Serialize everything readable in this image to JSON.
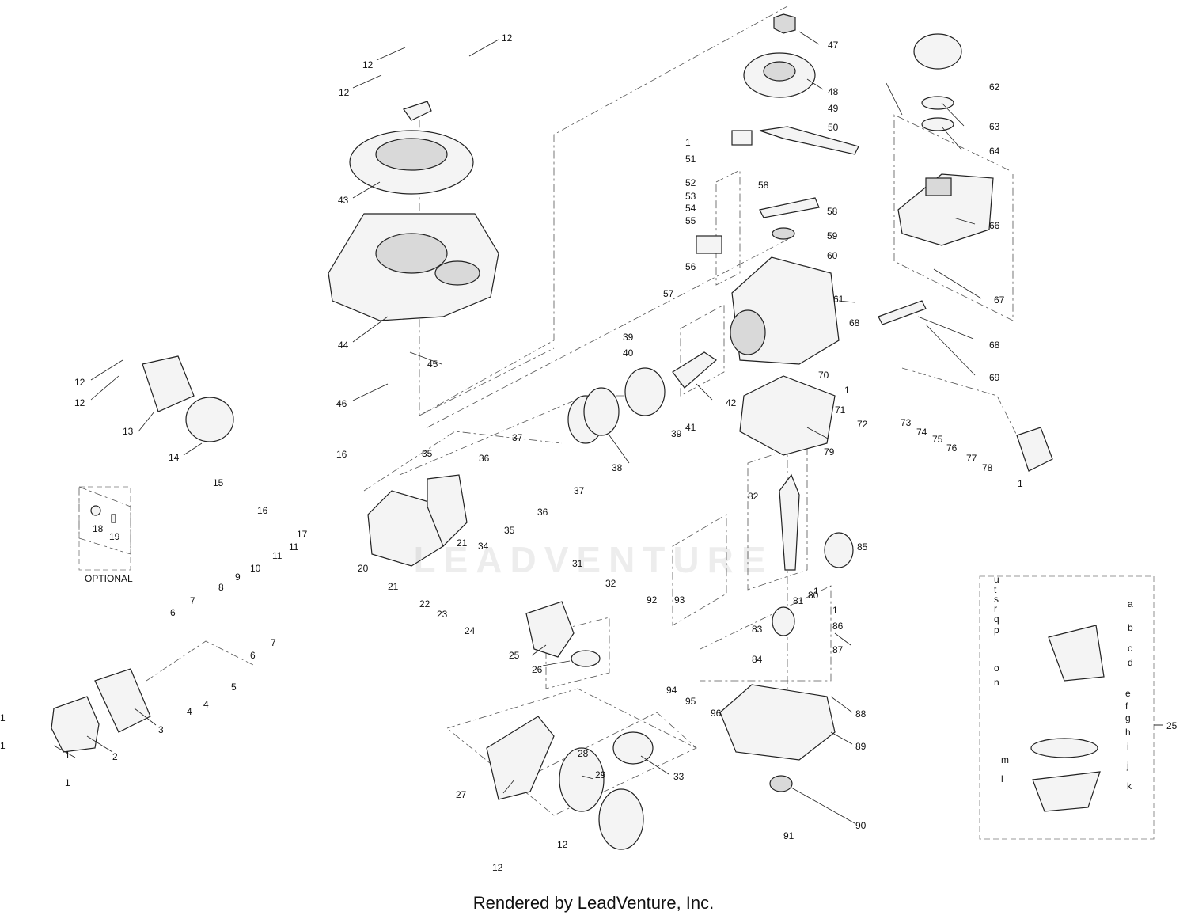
{
  "footer_text": "Rendered by LeadVenture, Inc.",
  "watermark_text": "LEADVENTURE",
  "optional_label": "OPTIONAL",
  "parts": [
    {
      "id": "p12a",
      "text": "12"
    },
    {
      "id": "p12b",
      "text": "12"
    },
    {
      "id": "p12c",
      "text": "12"
    },
    {
      "id": "p43",
      "text": "43"
    },
    {
      "id": "p44",
      "text": "44"
    },
    {
      "id": "p45",
      "text": "45"
    },
    {
      "id": "p46",
      "text": "46"
    },
    {
      "id": "p12d",
      "text": "12"
    },
    {
      "id": "p12e",
      "text": "12"
    },
    {
      "id": "p13",
      "text": "13"
    },
    {
      "id": "p14",
      "text": "14"
    },
    {
      "id": "p15",
      "text": "15"
    },
    {
      "id": "p16a",
      "text": "16"
    },
    {
      "id": "p16b",
      "text": "16"
    },
    {
      "id": "p17",
      "text": "17"
    },
    {
      "id": "p18",
      "text": "18"
    },
    {
      "id": "p19",
      "text": "19"
    },
    {
      "id": "p20",
      "text": "20"
    },
    {
      "id": "p21a",
      "text": "21"
    },
    {
      "id": "p21b",
      "text": "21"
    },
    {
      "id": "p22",
      "text": "22"
    },
    {
      "id": "p23",
      "text": "23"
    },
    {
      "id": "p24",
      "text": "24"
    },
    {
      "id": "p25",
      "text": "25"
    },
    {
      "id": "p26",
      "text": "26"
    },
    {
      "id": "p27",
      "text": "27"
    },
    {
      "id": "p28",
      "text": "28"
    },
    {
      "id": "p29",
      "text": "29"
    },
    {
      "id": "p31",
      "text": "31"
    },
    {
      "id": "p32",
      "text": "32"
    },
    {
      "id": "p33",
      "text": "33"
    },
    {
      "id": "p34",
      "text": "34"
    },
    {
      "id": "p35a",
      "text": "35"
    },
    {
      "id": "p35b",
      "text": "35"
    },
    {
      "id": "p36a",
      "text": "36"
    },
    {
      "id": "p36b",
      "text": "36"
    },
    {
      "id": "p37a",
      "text": "37"
    },
    {
      "id": "p37b",
      "text": "37"
    },
    {
      "id": "p38",
      "text": "38"
    },
    {
      "id": "p39a",
      "text": "39"
    },
    {
      "id": "p39b",
      "text": "39"
    },
    {
      "id": "p40",
      "text": "40"
    },
    {
      "id": "p41",
      "text": "41"
    },
    {
      "id": "p42",
      "text": "42"
    },
    {
      "id": "p11a",
      "text": "11"
    },
    {
      "id": "p11b",
      "text": "11"
    },
    {
      "id": "p10",
      "text": "10"
    },
    {
      "id": "p9",
      "text": "9"
    },
    {
      "id": "p8",
      "text": "8"
    },
    {
      "id": "p7a",
      "text": "7"
    },
    {
      "id": "p7b",
      "text": "7"
    },
    {
      "id": "p6a",
      "text": "6"
    },
    {
      "id": "p6b",
      "text": "6"
    },
    {
      "id": "p5",
      "text": "5"
    },
    {
      "id": "p4a",
      "text": "4"
    },
    {
      "id": "p4b",
      "text": "4"
    },
    {
      "id": "p3",
      "text": "3"
    },
    {
      "id": "p2",
      "text": "2"
    },
    {
      "id": "p1a",
      "text": "1"
    },
    {
      "id": "p1b",
      "text": "1"
    },
    {
      "id": "p1c",
      "text": "1"
    },
    {
      "id": "p1d",
      "text": "1"
    },
    {
      "id": "p1e",
      "text": "1"
    },
    {
      "id": "p12f",
      "text": "12"
    },
    {
      "id": "p12g",
      "text": "12"
    },
    {
      "id": "p47",
      "text": "47"
    },
    {
      "id": "p48",
      "text": "48"
    },
    {
      "id": "p49",
      "text": "49"
    },
    {
      "id": "p50",
      "text": "50"
    },
    {
      "id": "p1f",
      "text": "1"
    },
    {
      "id": "p51",
      "text": "51"
    },
    {
      "id": "p52",
      "text": "52"
    },
    {
      "id": "p53",
      "text": "53"
    },
    {
      "id": "p54",
      "text": "54"
    },
    {
      "id": "p55",
      "text": "55"
    },
    {
      "id": "p56",
      "text": "56"
    },
    {
      "id": "p57",
      "text": "57"
    },
    {
      "id": "p58a",
      "text": "58"
    },
    {
      "id": "p58b",
      "text": "58"
    },
    {
      "id": "p59",
      "text": "59"
    },
    {
      "id": "p60",
      "text": "60"
    },
    {
      "id": "p61",
      "text": "61"
    },
    {
      "id": "p62",
      "text": "62"
    },
    {
      "id": "p63",
      "text": "63"
    },
    {
      "id": "p64",
      "text": "64"
    },
    {
      "id": "p66",
      "text": "66"
    },
    {
      "id": "p67",
      "text": "67"
    },
    {
      "id": "p68a",
      "text": "68"
    },
    {
      "id": "p68b",
      "text": "68"
    },
    {
      "id": "p69",
      "text": "69"
    },
    {
      "id": "p70",
      "text": "70"
    },
    {
      "id": "p1g",
      "text": "1"
    },
    {
      "id": "p71",
      "text": "71"
    },
    {
      "id": "p72",
      "text": "72"
    },
    {
      "id": "p73",
      "text": "73"
    },
    {
      "id": "p74",
      "text": "74"
    },
    {
      "id": "p75",
      "text": "75"
    },
    {
      "id": "p76",
      "text": "76"
    },
    {
      "id": "p77",
      "text": "77"
    },
    {
      "id": "p78",
      "text": "78"
    },
    {
      "id": "p1h",
      "text": "1"
    },
    {
      "id": "p79",
      "text": "79"
    },
    {
      "id": "p82",
      "text": "82"
    },
    {
      "id": "p85",
      "text": "85"
    },
    {
      "id": "p92",
      "text": "92"
    },
    {
      "id": "p93",
      "text": "93"
    },
    {
      "id": "p81",
      "text": "81"
    },
    {
      "id": "p80",
      "text": "80"
    },
    {
      "id": "p1i",
      "text": "1"
    },
    {
      "id": "p1j",
      "text": "1"
    },
    {
      "id": "p83",
      "text": "83"
    },
    {
      "id": "p86",
      "text": "86"
    },
    {
      "id": "p84",
      "text": "84"
    },
    {
      "id": "p87",
      "text": "87"
    },
    {
      "id": "p94",
      "text": "94"
    },
    {
      "id": "p95",
      "text": "95"
    },
    {
      "id": "p96",
      "text": "96"
    },
    {
      "id": "p88",
      "text": "88"
    },
    {
      "id": "p89",
      "text": "89"
    },
    {
      "id": "p90",
      "text": "90"
    },
    {
      "id": "p91",
      "text": "91"
    },
    {
      "id": "pu",
      "text": "u"
    },
    {
      "id": "pt",
      "text": "t"
    },
    {
      "id": "ps",
      "text": "s"
    },
    {
      "id": "pr",
      "text": "r"
    },
    {
      "id": "pq",
      "text": "q"
    },
    {
      "id": "pp",
      "text": "p"
    },
    {
      "id": "pa",
      "text": "a"
    },
    {
      "id": "pb",
      "text": "b"
    },
    {
      "id": "pc",
      "text": "c"
    },
    {
      "id": "pd",
      "text": "d"
    },
    {
      "id": "po",
      "text": "o"
    },
    {
      "id": "pn",
      "text": "n"
    },
    {
      "id": "pe",
      "text": "e"
    },
    {
      "id": "pf",
      "text": "f"
    },
    {
      "id": "pg",
      "text": "g"
    },
    {
      "id": "ph",
      "text": "h"
    },
    {
      "id": "pi",
      "text": "i"
    },
    {
      "id": "pj",
      "text": "j"
    },
    {
      "id": "pk",
      "text": "k"
    },
    {
      "id": "pm",
      "text": "m"
    },
    {
      "id": "pl",
      "text": "l"
    },
    {
      "id": "p25b",
      "text": "25"
    }
  ]
}
